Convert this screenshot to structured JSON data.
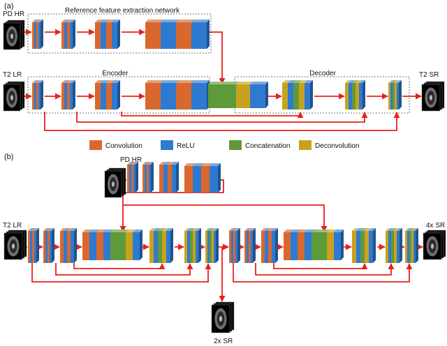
{
  "colors": {
    "convolution": "#d9682e",
    "relu": "#2e7ad1",
    "concatenation": "#5f9a3a",
    "deconvolution": "#c8a21e",
    "arrow": "#e8201a"
  },
  "panel_a": {
    "label": "(a)",
    "input_hr": "PD HR",
    "input_lr": "T2 LR",
    "output": "T2 SR",
    "reference_title": "Reference feature extraction network",
    "encoder_title": "Encoder",
    "decoder_title": "Decoder"
  },
  "legend": {
    "items": [
      {
        "label": "Convolution",
        "color": "#d9682e"
      },
      {
        "label": "ReLU",
        "color": "#2e7ad1"
      },
      {
        "label": "Concatenation",
        "color": "#5f9a3a"
      },
      {
        "label": "Deconvolution",
        "color": "#c8a21e"
      }
    ]
  },
  "panel_b": {
    "label": "(b)",
    "input_hr": "PD HR",
    "input_lr": "T2 LR",
    "output_4x": "4x SR",
    "output_2x": "2x SR"
  }
}
